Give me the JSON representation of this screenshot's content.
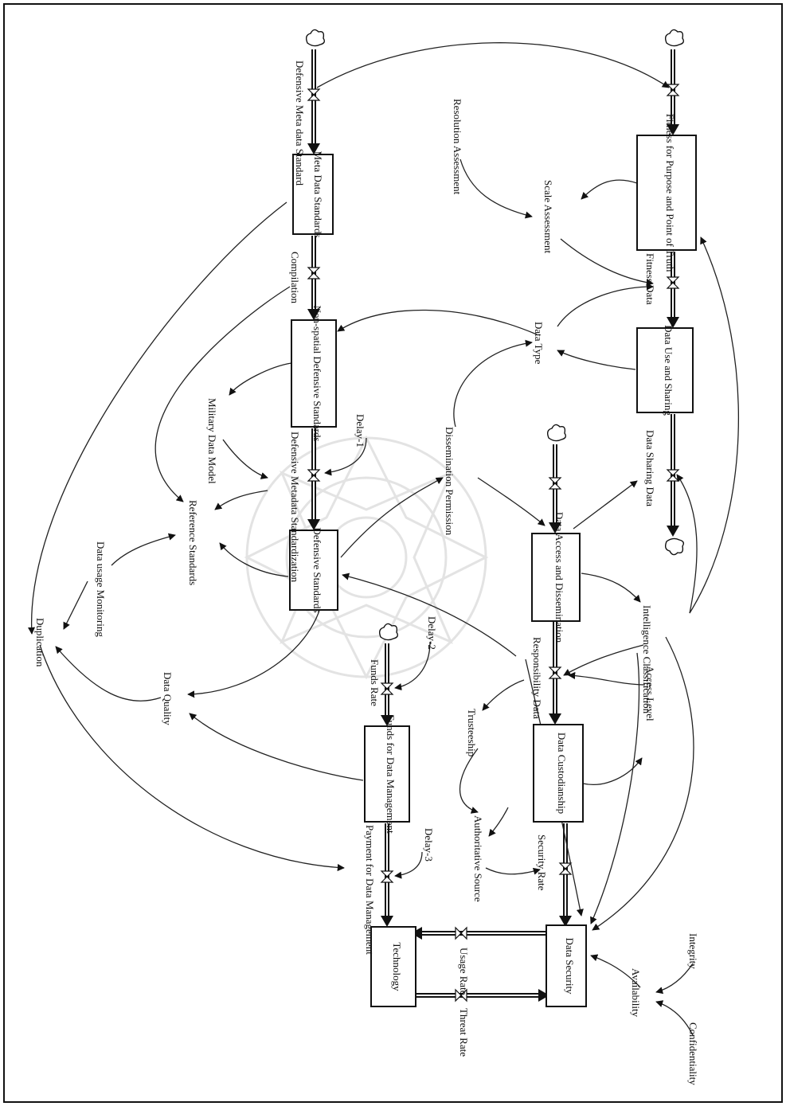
{
  "diagram": {
    "orientation": "rotated 90° clockwise",
    "stocks": {
      "meta_data_standards": "Meta Data Standards",
      "non_spatial_defensive_standards": "Non-spatial Defensive Standards",
      "defensive_standards": "Defensive Standards",
      "funds_for_data_management": "Funds for Data Management",
      "technology": "Technology",
      "fitness_for_purpose": "Fitness for Purpose and Point of Truth",
      "data_use_and_sharing": "Data Use and Sharing",
      "data_access_and_dissemination": "Data Access and Dissemination",
      "data_custodianship": "Data Custodianship",
      "data_security": "Data Security"
    },
    "flows": {
      "defensive_meta_data_standard": "Defensive Meta data Standard",
      "compilation": "Compilation",
      "defensive_metadata_standardization": "Defensive Metadata Standardization",
      "funds_rate": "Funds Rate",
      "payment_for_data_management": "Payment for Data Management",
      "fitness_data": "Fitness Data",
      "data_sharing_data": "Data Sharing Data",
      "responsibility_data": "Responsibility Data",
      "security_rate": "Security Rate",
      "usage_rate": "Usage Rate",
      "threat_rate": "Threat Rate"
    },
    "variables": {
      "resolution_assessment": "Resolution Assessment",
      "scale_assessment": "Scale Assessment",
      "data_type": "Data Type",
      "dissemination_permission": "Dissemination Permission",
      "military_data_model": "Military Data Model",
      "delay_1": "Delay-1",
      "delay_2": "Delay-2",
      "delay_3": "Delay-3",
      "reference_standards": "Reference Standards",
      "data_usage_monitoring": "Data usage Monitoring",
      "duplication": "Duplication",
      "data_quality": "Data Quality",
      "intelligence_classification": "Intelligence Classification",
      "access_level": "Access Level",
      "trusteeship": "Trusteeship",
      "authoritative_source": "Authoritative Source",
      "integrity": "Integrity",
      "availability": "Availability",
      "confidentiality": "Confidentiality"
    }
  }
}
